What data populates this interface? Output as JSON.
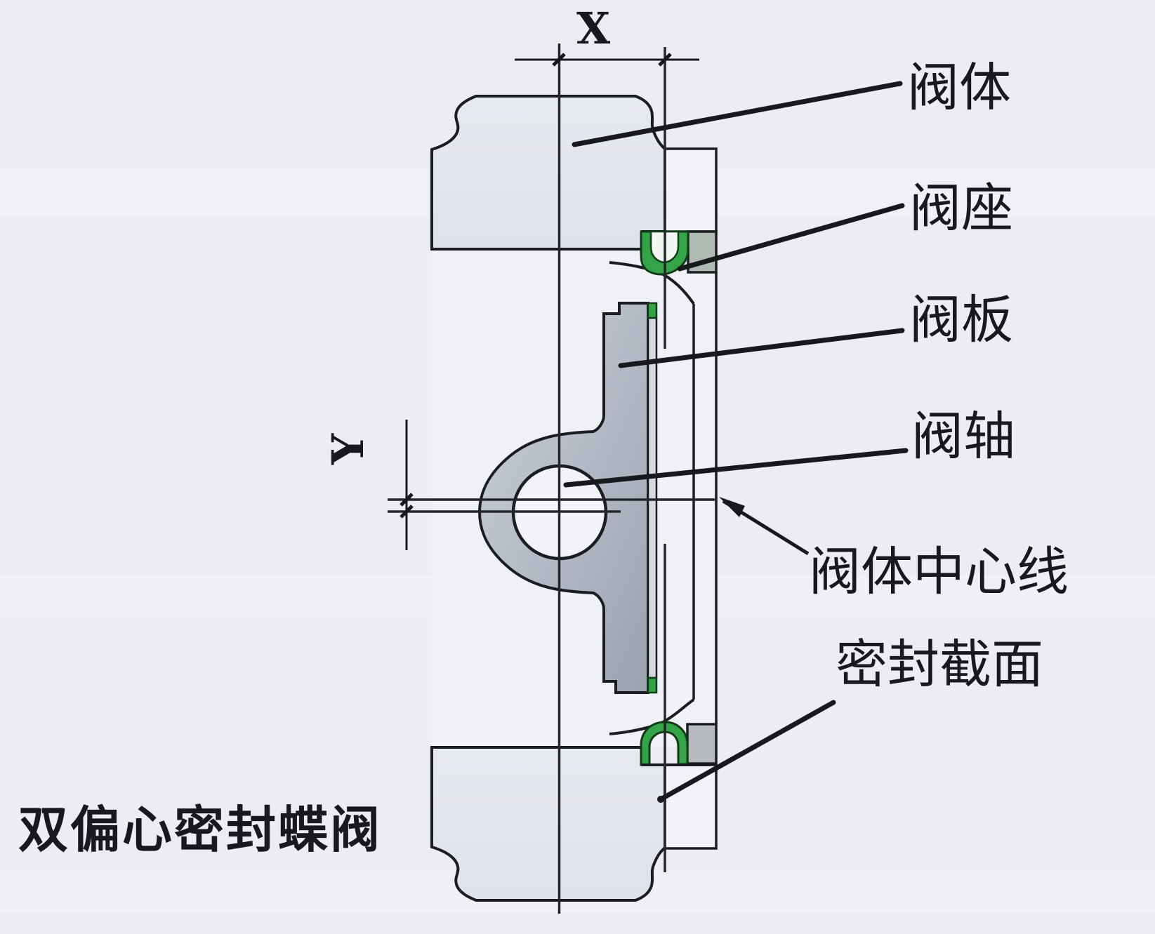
{
  "figure": {
    "caption": "双偏心密封蝶阀",
    "dimensions": {
      "x_label": "X",
      "y_label": "Y"
    },
    "labels": {
      "valve_body": "阀体",
      "valve_seat": "阀座",
      "valve_plate": "阀板",
      "valve_shaft": "阀轴",
      "valve_body_centerline": "阀体中心线",
      "sealing_section": "密封截面"
    },
    "colors": {
      "seat_green": "#35a347",
      "body_gray": "#e3e6ec",
      "plate_gray_light": "#ccd2db",
      "plate_gray_dark": "#9ba3af",
      "line": "#1b1d21",
      "background": "#ecedf1"
    }
  }
}
